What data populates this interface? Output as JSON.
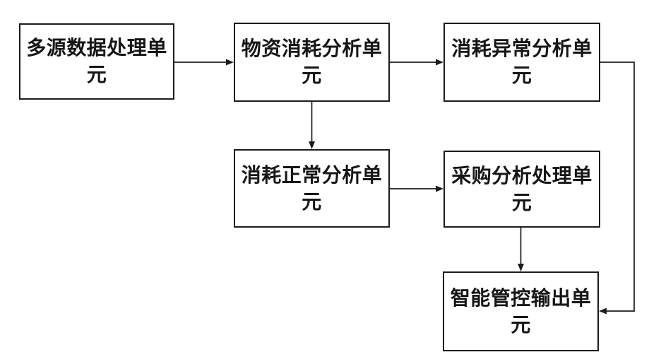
{
  "colors": {
    "ink": "#1c1c1c",
    "background": "#ffffff"
  },
  "diagram": {
    "nodes": [
      {
        "id": "multi-source-data-processing-unit",
        "label": "多源数据处理单元"
      },
      {
        "id": "material-consumption-analysis-unit",
        "label": "物资消耗分析单元"
      },
      {
        "id": "consumption-abnormal-analysis-unit",
        "label": "消耗异常分析单元"
      },
      {
        "id": "consumption-normal-analysis-unit",
        "label": "消耗正常分析单元"
      },
      {
        "id": "procurement-analysis-processing-unit",
        "label": "采购分析处理单元"
      },
      {
        "id": "intelligent-control-output-unit",
        "label": "智能管控输出单元"
      }
    ],
    "edges": [
      {
        "from": "多源数据处理单元",
        "to": "物资消耗分析单元"
      },
      {
        "from": "物资消耗分析单元",
        "to": "消耗异常分析单元"
      },
      {
        "from": "物资消耗分析单元",
        "to": "消耗正常分析单元"
      },
      {
        "from": "消耗正常分析单元",
        "to": "采购分析处理单元"
      },
      {
        "from": "采购分析处理单元",
        "to": "智能管控输出单元"
      },
      {
        "from": "消耗异常分析单元",
        "to": "智能管控输出单元"
      }
    ]
  }
}
